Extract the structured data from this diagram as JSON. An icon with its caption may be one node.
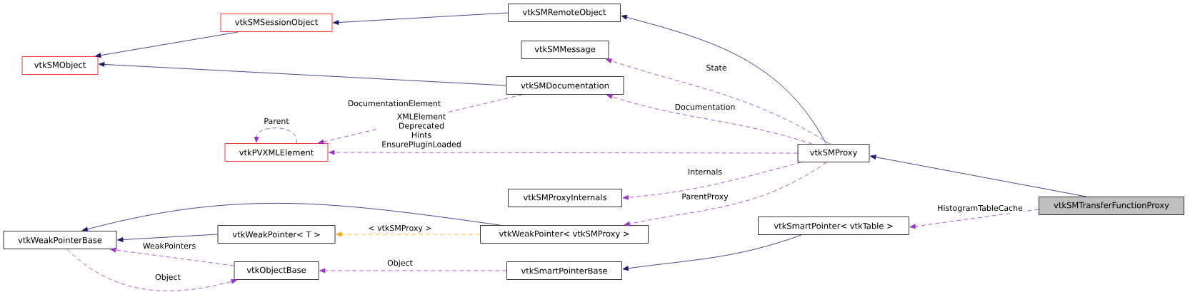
{
  "diagram": {
    "nodes": [
      {
        "text": [
          "vtkSMTransferFunctionProxy"
        ]
      },
      {
        "text": [
          "vtkSMProxy"
        ]
      },
      {
        "text": [
          "vtkSMRemoteObject"
        ]
      },
      {
        "text": [
          "vtkSMSessionObject"
        ]
      },
      {
        "text": [
          "vtkSMObject"
        ]
      },
      {
        "text": [
          "vtkSMMessage"
        ]
      },
      {
        "text": [
          "vtkSMDocumentation"
        ]
      },
      {
        "text": [
          "vtkPVXMLElement"
        ]
      },
      {
        "text": [
          "vtkSMProxyInternals"
        ]
      },
      {
        "text": [
          "vtkWeakPointer< vtkSMProxy >"
        ]
      },
      {
        "text": [
          "vtkWeakPointerBase"
        ]
      },
      {
        "text": [
          "vtkWeakPointer< T >"
        ]
      },
      {
        "text": [
          "vtkSmartPointer< vtkTable >"
        ]
      },
      {
        "text": [
          "vtkObjectBase"
        ]
      },
      {
        "text": [
          "vtkSmartPointerBase"
        ]
      }
    ],
    "edges": [
      {
        "from": 0,
        "to": 1,
        "arrow": "to",
        "color": "#191970"
      },
      {
        "from": 1,
        "to": 2,
        "arrow": "to",
        "color": "#191970"
      },
      {
        "from": 2,
        "to": 3,
        "arrow": "to",
        "color": "#191970"
      },
      {
        "from": 3,
        "to": 4,
        "arrow": "to",
        "color": "#191970"
      },
      {
        "from": 6,
        "to": 4,
        "arrow": "to",
        "color": "#191970"
      },
      {
        "from": 1,
        "to": 5,
        "arrow": "to",
        "label": "State",
        "style": "dashed",
        "color": "#9a32cd"
      },
      {
        "from": 1,
        "to": 6,
        "arrow": "to",
        "label": "Documentation",
        "style": "dashed",
        "color": "#9a32cd"
      },
      {
        "from": 6,
        "to": 7,
        "arrow": "to",
        "label": "DocumentationElement",
        "style": "dashed",
        "color": "#9a32cd"
      },
      {
        "from": 7,
        "to": 7,
        "arrow": "to",
        "label": "Parent",
        "style": "dashed",
        "color": "#9a32cd"
      },
      {
        "from": 1,
        "to": 7,
        "arrow": "to",
        "label": "XMLElement Deprecated Hints EnsurePluginLoaded",
        "style": "dashed",
        "color": "#9a32cd"
      },
      {
        "from": 1,
        "to": 8,
        "arrow": "to",
        "label": "Internals",
        "style": "dashed",
        "color": "#9a32cd"
      },
      {
        "from": 1,
        "to": 9,
        "arrow": "to",
        "label": "ParentProxy",
        "style": "dashed",
        "color": "#9a32cd"
      },
      {
        "from": 9,
        "to": 11,
        "arrow": "to",
        "label": "< vtkSMProxy >",
        "style": "dashed",
        "color": "#ffa500"
      },
      {
        "from": 11,
        "to": 10,
        "arrow": "to",
        "color": "#191970"
      },
      {
        "from": 9,
        "to": 10,
        "arrow": "to",
        "color": "#191970"
      },
      {
        "from": 13,
        "to": 10,
        "arrow": "to",
        "label": "WeakPointers",
        "style": "dashed",
        "color": "#9a32cd"
      },
      {
        "from": 10,
        "to": 13,
        "arrow": "to",
        "label": "Object",
        "style": "dashed",
        "color": "#9a32cd"
      },
      {
        "from": 14,
        "to": 13,
        "arrow": "to",
        "label": "Object",
        "style": "dashed",
        "color": "#9a32cd"
      },
      {
        "from": 12,
        "to": 14,
        "arrow": "to",
        "color": "#191970"
      },
      {
        "from": 0,
        "to": 12,
        "arrow": "to",
        "label": "HistogramTableCache",
        "style": "dashed",
        "color": "#9a32cd"
      }
    ]
  }
}
